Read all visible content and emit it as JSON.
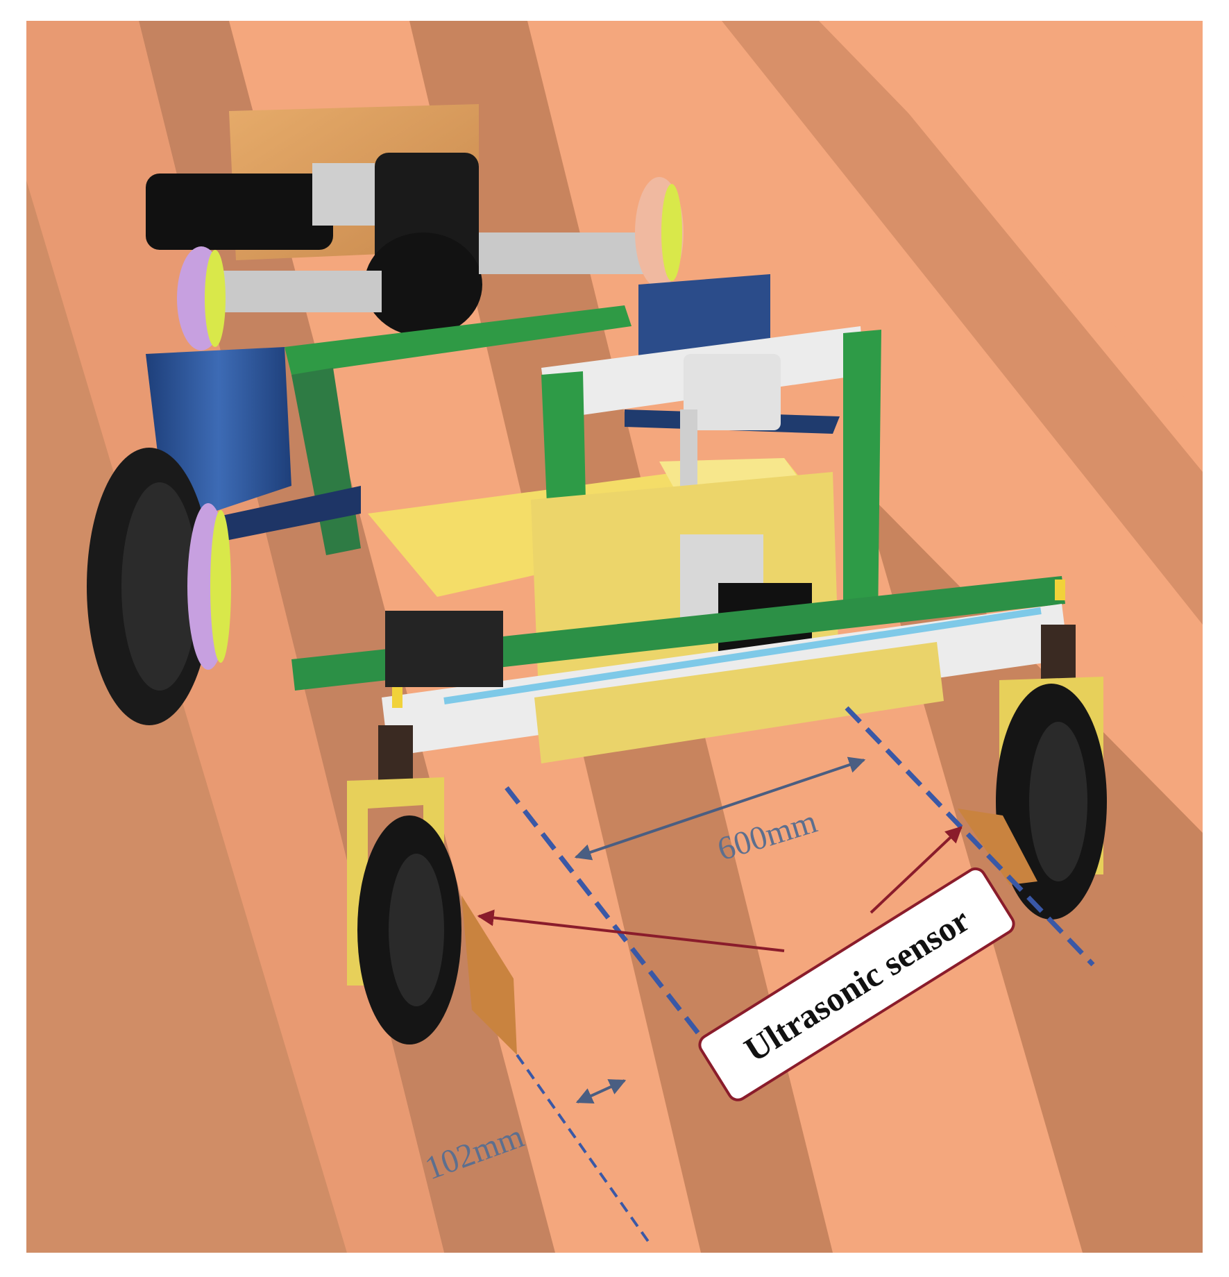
{
  "labels": {
    "width_dimension": "600mm",
    "gap_dimension": "102mm",
    "sensor_callout": "Ultrasonic sensor"
  },
  "colors": {
    "soil_ridge": "#f4a77d",
    "soil_furrow": "#cd8a63",
    "soil_shadow": "#b97a57",
    "dimension_line": "#3a58a6",
    "dimension_text": "#5d6f8e",
    "callout": "#8a1c2b",
    "frame_green": "#2fa24a",
    "frame_blue": "#2c4f8f",
    "tray_yellow": "#f2dd63",
    "bracket_yellow": "#e2cf5a",
    "motor_black": "#1c1c1c",
    "wood_box": "#d99a57",
    "beam_white": "#e9e9e9"
  }
}
